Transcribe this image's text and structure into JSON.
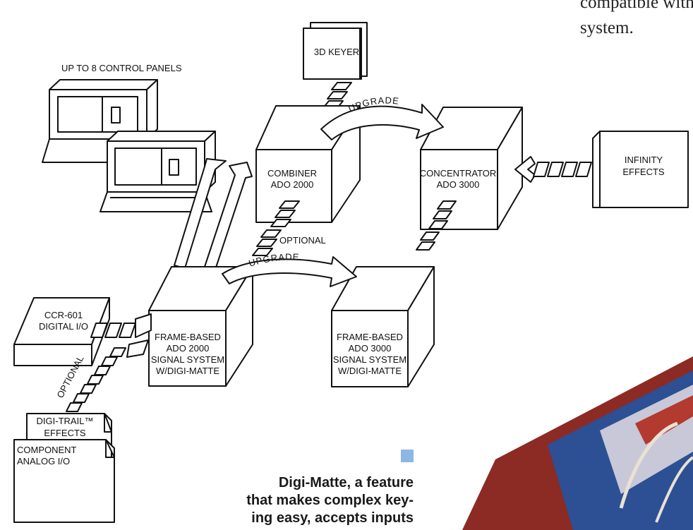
{
  "top_text": [
    "compatible with an",
    "system."
  ],
  "diagram": {
    "control_panels_label": "UP TO 8 CONTROL PANELS",
    "keyer_3d": "3D KEYER",
    "infinity_effects": [
      "INFINITY",
      "EFFECTS"
    ],
    "combiner": [
      "COMBINER",
      "ADO 2000"
    ],
    "concentrator": [
      "CONCENTRATOR",
      "ADO 3000"
    ],
    "frame_based_2000": [
      "FRAME-BASED",
      "ADO 2000",
      "SIGNAL SYSTEM",
      "W/DIGI-MATTE"
    ],
    "frame_based_3000": [
      "FRAME-BASED",
      "ADO 3000",
      "SIGNAL SYSTEM",
      "W/DIGI-MATTE"
    ],
    "ccr601": [
      "CCR-601",
      "DIGITAL I/O"
    ],
    "digi_trail": [
      "DIGI-TRAIL™",
      "EFFECTS"
    ],
    "component_analog": [
      "COMPONENT",
      "ANALOG I/O"
    ],
    "upgrade_top": "UPGRADE",
    "upgrade_mid": "UPGRADE",
    "optional_mid": "OPTIONAL",
    "optional_left": "OPTIONAL"
  },
  "caption": [
    "Digi-Matte, a feature",
    "that makes complex key-",
    "ing easy, accepts inputs"
  ],
  "colors": {
    "ink": "#111111",
    "bullet": "#8db6e6",
    "photo_red": "#8c2a24",
    "photo_blue": "#2d4f93"
  }
}
